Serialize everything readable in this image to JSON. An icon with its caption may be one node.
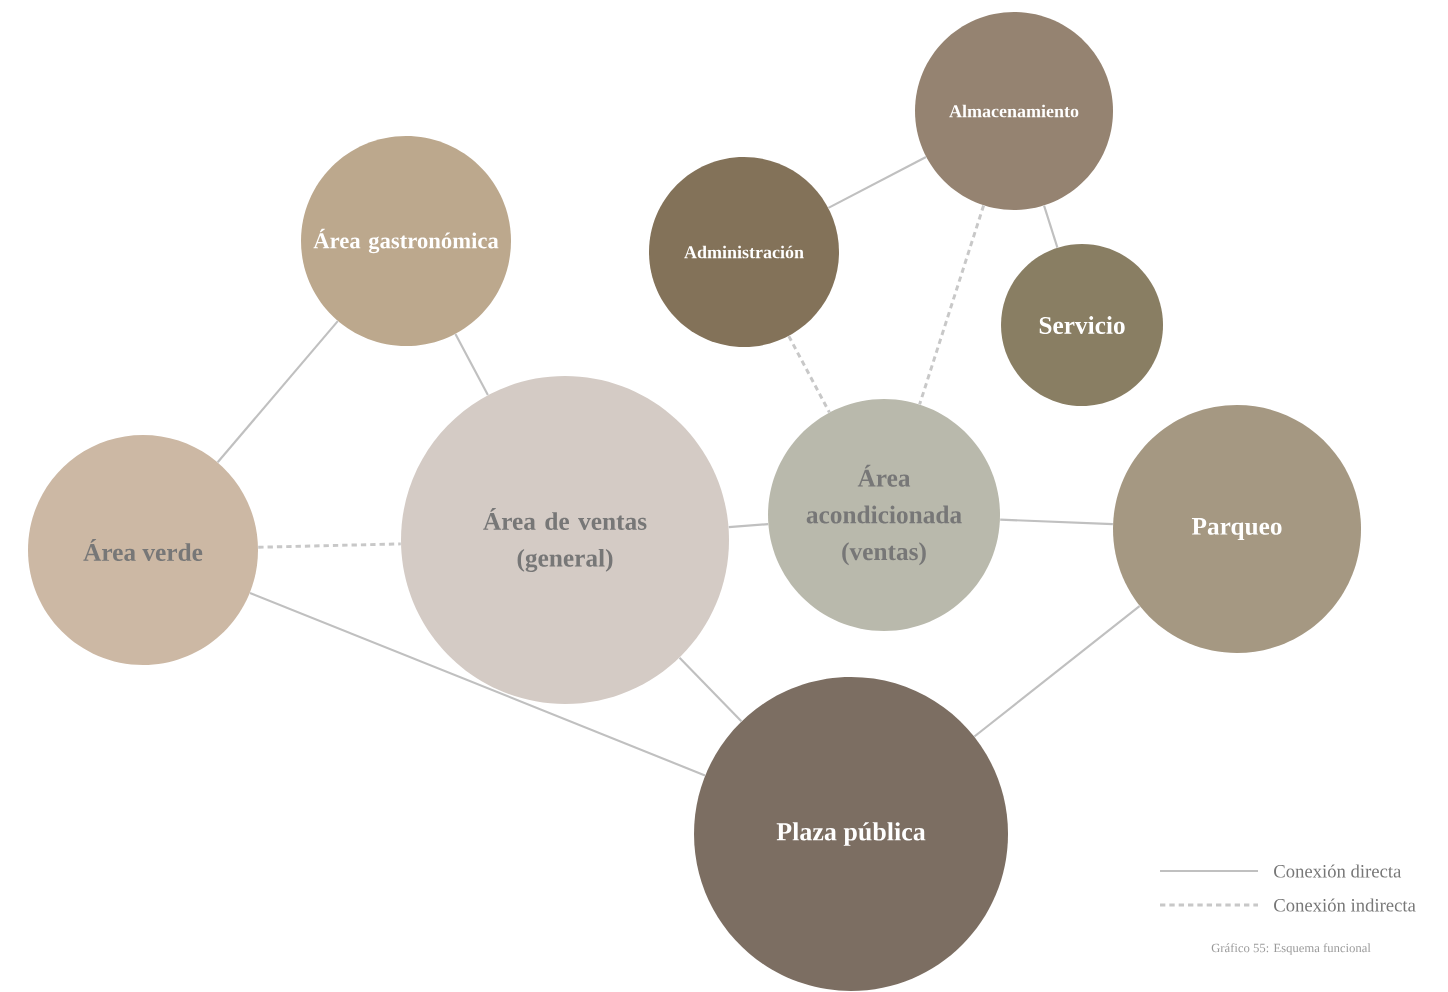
{
  "diagram": {
    "caption": "Gráfico 55: Esquema funcional",
    "nodes": [
      {
        "text": [
          "Área gastronómica"
        ]
      },
      {
        "text": [
          "Administración"
        ]
      },
      {
        "text": [
          "Almacenamiento"
        ]
      },
      {
        "text": [
          "Servicio"
        ]
      },
      {
        "text": [
          "Área verde"
        ]
      },
      {
        "text": [
          "Área de ventas (general)"
        ]
      },
      {
        "text": [
          "Área acondicionada (ventas)"
        ]
      },
      {
        "text": [
          "Parqueo"
        ]
      },
      {
        "text": [
          "Plaza pública"
        ]
      }
    ],
    "edges": [
      {
        "from": 0,
        "to": 4,
        "arrow": "none"
      },
      {
        "from": 0,
        "to": 5,
        "arrow": "none"
      },
      {
        "from": 4,
        "to": 5,
        "arrow": "none",
        "style": "dashed"
      },
      {
        "from": 4,
        "to": 8,
        "arrow": "none"
      },
      {
        "from": 5,
        "to": 6,
        "arrow": "none"
      },
      {
        "from": 5,
        "to": 8,
        "arrow": "none"
      },
      {
        "from": 6,
        "to": 7,
        "arrow": "none"
      },
      {
        "from": 7,
        "to": 8,
        "arrow": "none"
      },
      {
        "from": 1,
        "to": 2,
        "arrow": "none"
      },
      {
        "from": 2,
        "to": 3,
        "arrow": "none"
      },
      {
        "from": 1,
        "to": 6,
        "arrow": "none",
        "style": "dashed"
      },
      {
        "from": 2,
        "to": 6,
        "arrow": "none",
        "style": "dashed"
      }
    ],
    "legend": [
      {
        "text": "Conexión directa"
      },
      {
        "text": "Conexión indirecta"
      }
    ]
  }
}
